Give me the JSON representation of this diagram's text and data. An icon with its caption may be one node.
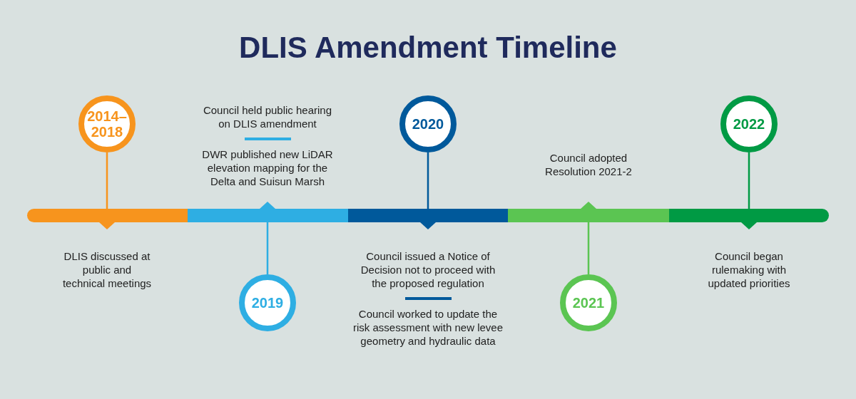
{
  "diagram": {
    "title": "DLIS Amendment Timeline",
    "nodes": [
      {
        "text": [
          "2014–2018"
        ]
      },
      {
        "text": [
          "2019"
        ]
      },
      {
        "text": [
          "2020"
        ]
      },
      {
        "text": [
          "2021"
        ]
      },
      {
        "text": [
          "2022"
        ]
      },
      {
        "text": [],
        "shape": "bar",
        "beside": [
          "DLIS discussed at public and technical meetings"
        ]
      },
      {
        "text": [],
        "shape": "bar",
        "beside": [
          "Council held public hearing on DLIS amendment",
          "DWR published new LiDAR elevation mapping for the Delta and Suisun Marsh"
        ]
      },
      {
        "text": [],
        "shape": "bar",
        "beside": [
          "Council issued a Notice of Decision not to proceed with the proposed regulation",
          "Council worked to update the risk assessment with new levee geometry and hydraulic data"
        ]
      },
      {
        "text": [],
        "shape": "bar",
        "beside": [
          "Council adopted Resolution 2021-2"
        ]
      },
      {
        "text": [],
        "shape": "bar",
        "beside": [
          "Council began rulemaking with updated priorities"
        ]
      }
    ],
    "edges": [
      {
        "from": 0,
        "to": 5,
        "arrow": "none",
        "color": "#f7941d"
      },
      {
        "from": 1,
        "to": 6,
        "arrow": "none",
        "color": "#2eaee3"
      },
      {
        "from": 2,
        "to": 7,
        "arrow": "none",
        "color": "#00599b"
      },
      {
        "from": 3,
        "to": 8,
        "arrow": "none",
        "color": "#5bc552"
      },
      {
        "from": 4,
        "to": 9,
        "arrow": "none",
        "color": "#009a44"
      }
    ]
  }
}
